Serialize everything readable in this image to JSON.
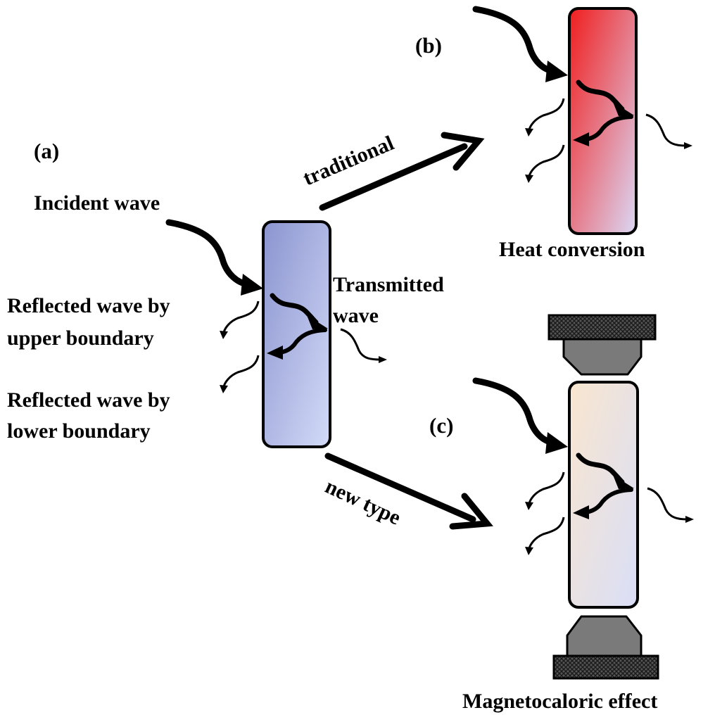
{
  "panels": {
    "a": {
      "tag": "(a)"
    },
    "b": {
      "tag": "(b)",
      "caption": "Heat conversion"
    },
    "c": {
      "tag": "(c)",
      "caption": "Magnetocaloric effect"
    }
  },
  "labels": {
    "incident": "Incident wave",
    "reflected_upper": [
      "Reflected wave by",
      "upper boundary"
    ],
    "reflected_lower": [
      "Reflected wave by",
      "lower boundary"
    ],
    "transmitted": [
      "Transmitted",
      "wave"
    ]
  },
  "paths": {
    "traditional": "traditional",
    "new_type": "new type"
  },
  "colors": {
    "panel_a_gradient": [
      "#8b94cf",
      "#d3dbf8"
    ],
    "panel_b_gradient": [
      "#f01d1d",
      "#dbd8f5"
    ],
    "panel_c_gradient": [
      "#f9e6cf",
      "#d9def7"
    ],
    "pole_piece": "#7a7a7a",
    "pole_base": "#4a4a4a",
    "stroke": "#000000"
  }
}
